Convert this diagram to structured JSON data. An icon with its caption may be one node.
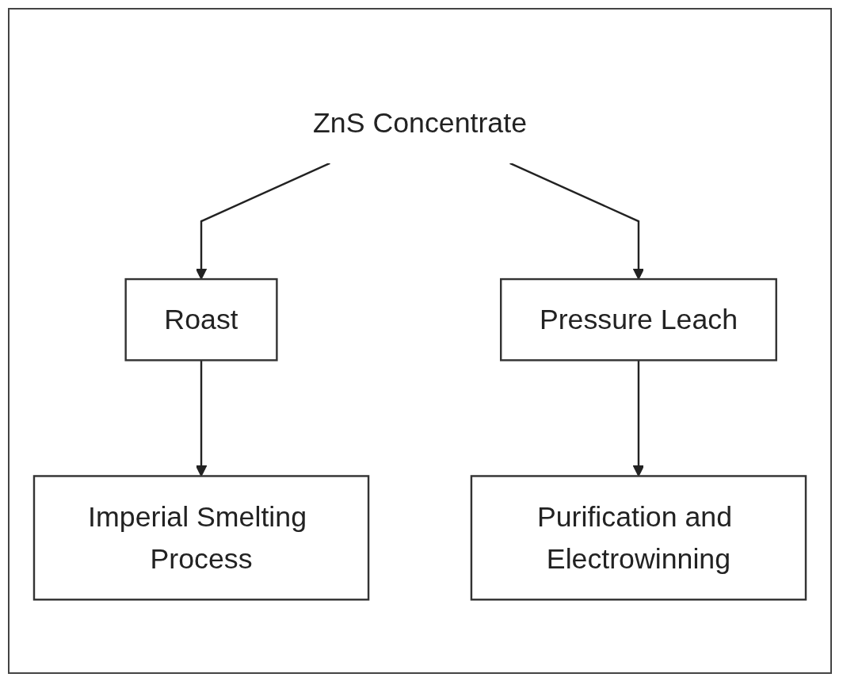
{
  "diagram": {
    "nodes": [
      {
        "text": [
          "ZnS Concentrate"
        ]
      },
      {
        "text": [
          "Roast"
        ]
      },
      {
        "text": [
          "Pressure Leach"
        ]
      },
      {
        "text": [
          "Imperial Smelting Process"
        ]
      },
      {
        "text": [
          "Purification and Electrowinning"
        ]
      }
    ],
    "edges": [
      {
        "from": 0,
        "to": 1,
        "arrow": "to"
      },
      {
        "from": 0,
        "to": 2,
        "arrow": "to"
      },
      {
        "from": 1,
        "to": 3,
        "arrow": "to"
      },
      {
        "from": 2,
        "to": 4,
        "arrow": "to"
      }
    ]
  }
}
